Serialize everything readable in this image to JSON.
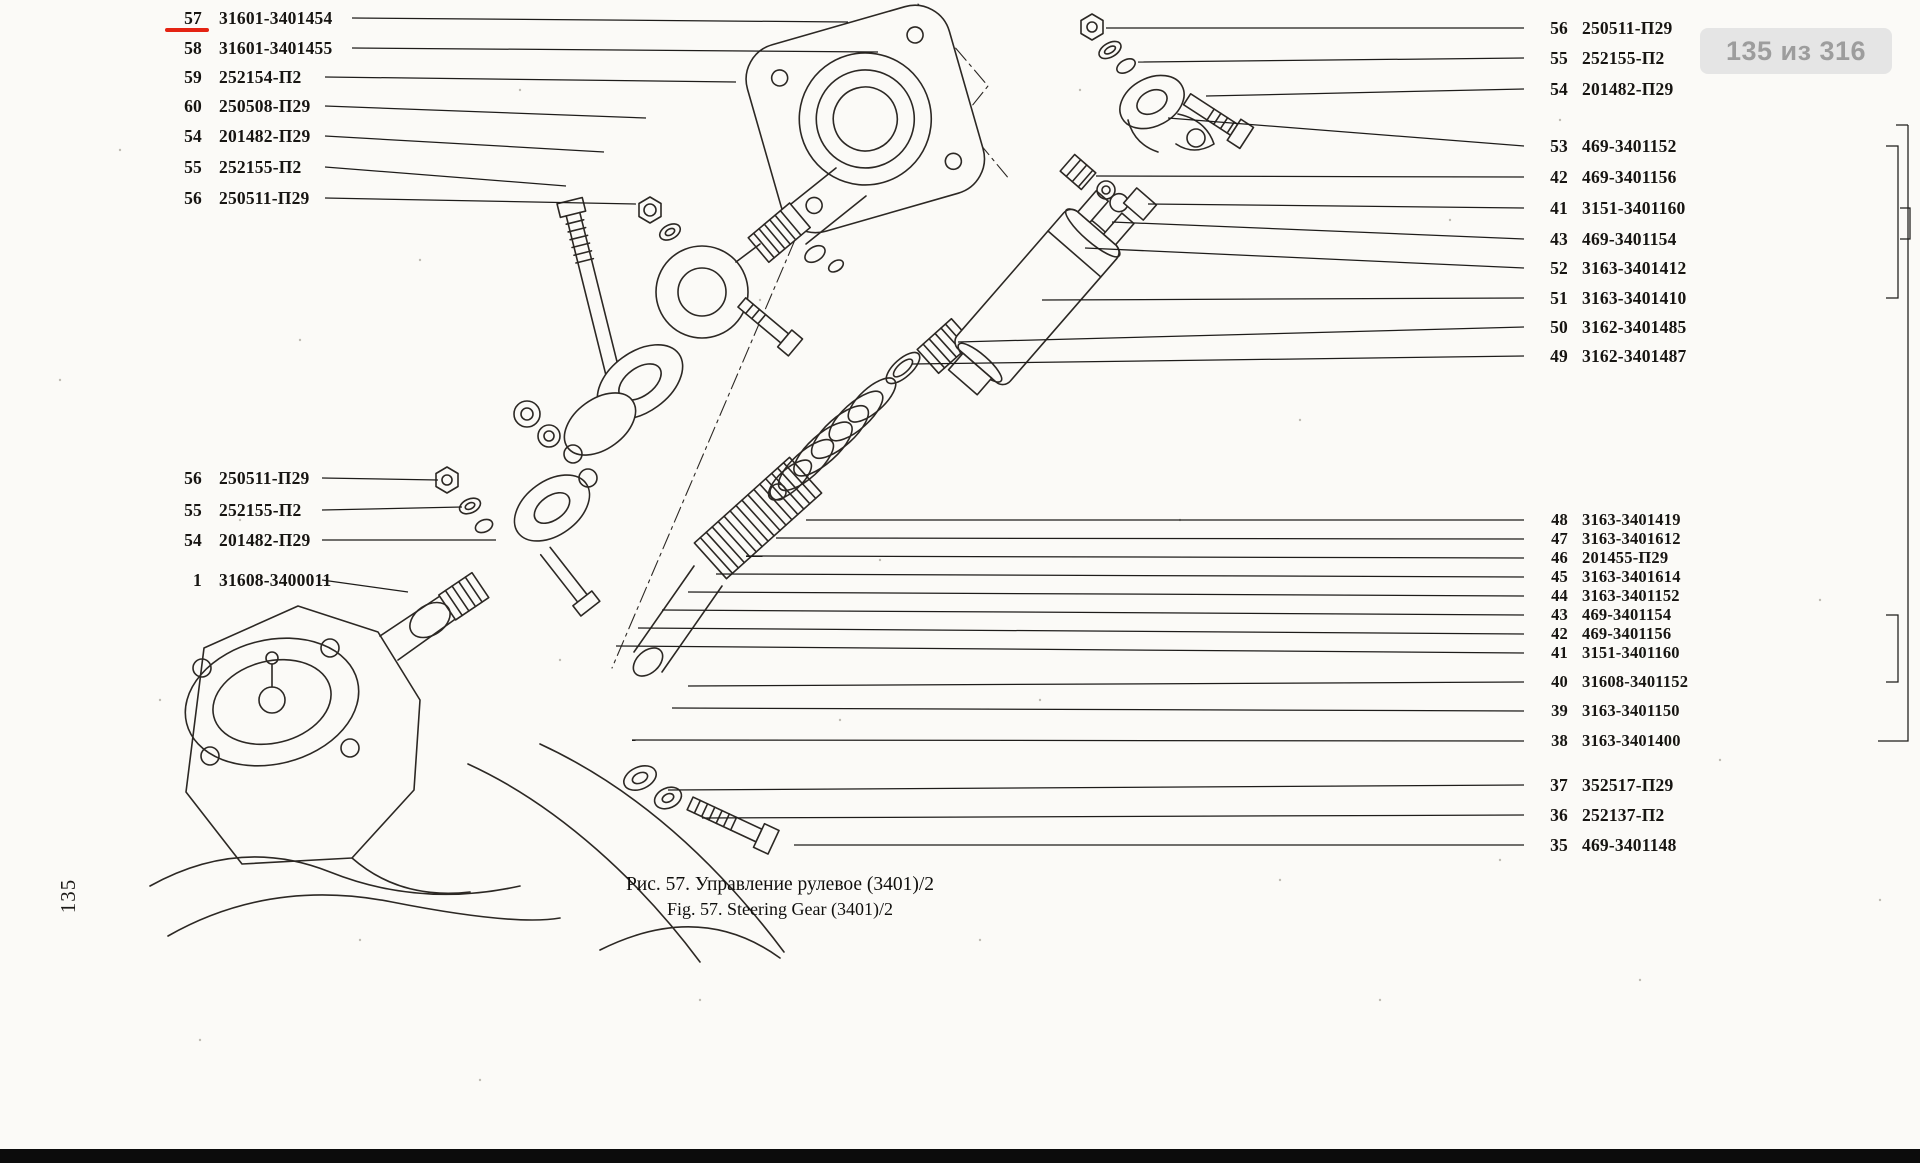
{
  "viewer": {
    "page_indicator": "135 из 316"
  },
  "page_number": "135",
  "caption": {
    "ru": "Рис. 57. Управление рулевое (3401)/2",
    "en": "Fig. 57. Steering Gear (3401)/2"
  },
  "highlight": {
    "item": "57",
    "color": "#e42313"
  },
  "callouts": {
    "top_left": [
      {
        "ref": "57",
        "part": "31601-3401454"
      },
      {
        "ref": "58",
        "part": "31601-3401455"
      },
      {
        "ref": "59",
        "part": "252154-П2"
      },
      {
        "ref": "60",
        "part": "250508-П29"
      },
      {
        "ref": "54",
        "part": "201482-П29"
      },
      {
        "ref": "55",
        "part": "252155-П2"
      },
      {
        "ref": "56",
        "part": "250511-П29"
      }
    ],
    "mid_left": [
      {
        "ref": "56",
        "part": "250511-П29"
      },
      {
        "ref": "55",
        "part": "252155-П2"
      },
      {
        "ref": "54",
        "part": "201482-П29"
      },
      {
        "ref": "1",
        "part": "31608-3400011"
      }
    ],
    "right_top": [
      {
        "ref": "56",
        "part": "250511-П29"
      },
      {
        "ref": "55",
        "part": "252155-П2"
      },
      {
        "ref": "54",
        "part": "201482-П29"
      },
      {
        "ref": "53",
        "part": "469-3401152"
      },
      {
        "ref": "42",
        "part": "469-3401156"
      },
      {
        "ref": "41",
        "part": "3151-3401160"
      },
      {
        "ref": "43",
        "part": "469-3401154"
      },
      {
        "ref": "52",
        "part": "3163-3401412"
      },
      {
        "ref": "51",
        "part": "3163-3401410"
      },
      {
        "ref": "50",
        "part": "3162-3401485"
      },
      {
        "ref": "49",
        "part": "3162-3401487"
      }
    ],
    "right_mid": [
      {
        "ref": "48",
        "part": "3163-3401419"
      },
      {
        "ref": "47",
        "part": "3163-3401612"
      },
      {
        "ref": "46",
        "part": "201455-П29"
      },
      {
        "ref": "45",
        "part": "3163-3401614"
      },
      {
        "ref": "44",
        "part": "3163-3401152"
      },
      {
        "ref": "43",
        "part": "469-3401154"
      },
      {
        "ref": "42",
        "part": "469-3401156"
      },
      {
        "ref": "41",
        "part": "3151-3401160"
      },
      {
        "ref": "40",
        "part": "31608-3401152"
      },
      {
        "ref": "39",
        "part": "3163-3401150"
      },
      {
        "ref": "38",
        "part": "3163-3401400"
      }
    ],
    "right_bottom": [
      {
        "ref": "37",
        "part": "352517-П29"
      },
      {
        "ref": "36",
        "part": "252137-П2"
      },
      {
        "ref": "35",
        "part": "469-3401148"
      }
    ]
  }
}
